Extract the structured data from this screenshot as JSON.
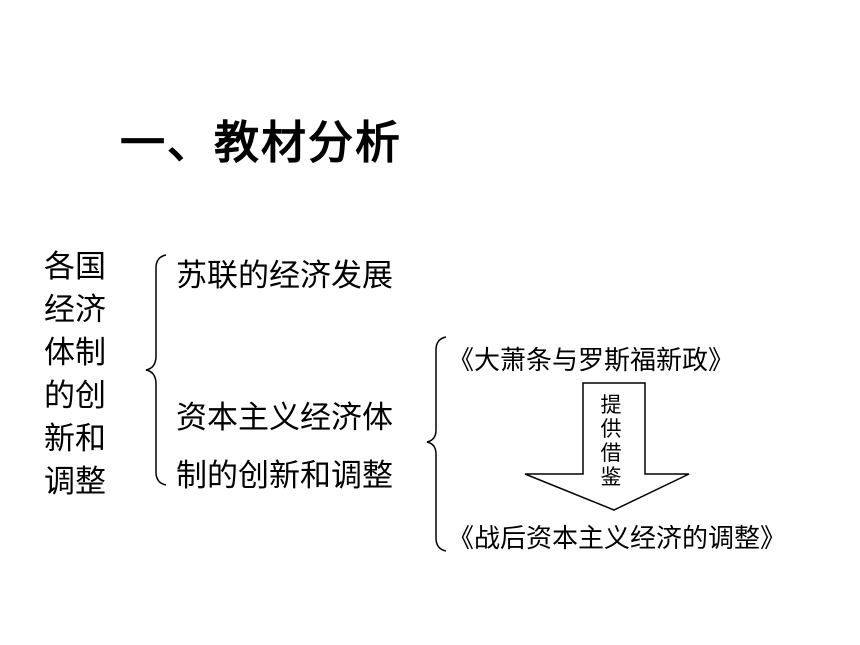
{
  "title": "一、教材分析",
  "root_lines": [
    "各国",
    "经济",
    "体制",
    "的创",
    "新和",
    "调整"
  ],
  "branch_1": "苏联的经济发展",
  "branch_2_line1": "资本主义经济体",
  "branch_2_line2": "制的创新和调整",
  "sub_1": "《大萧条与罗斯福新政》",
  "sub_2": "《战后资本主义经济的调整》",
  "arrow_lines": [
    "提",
    "供",
    "借",
    "鉴"
  ]
}
